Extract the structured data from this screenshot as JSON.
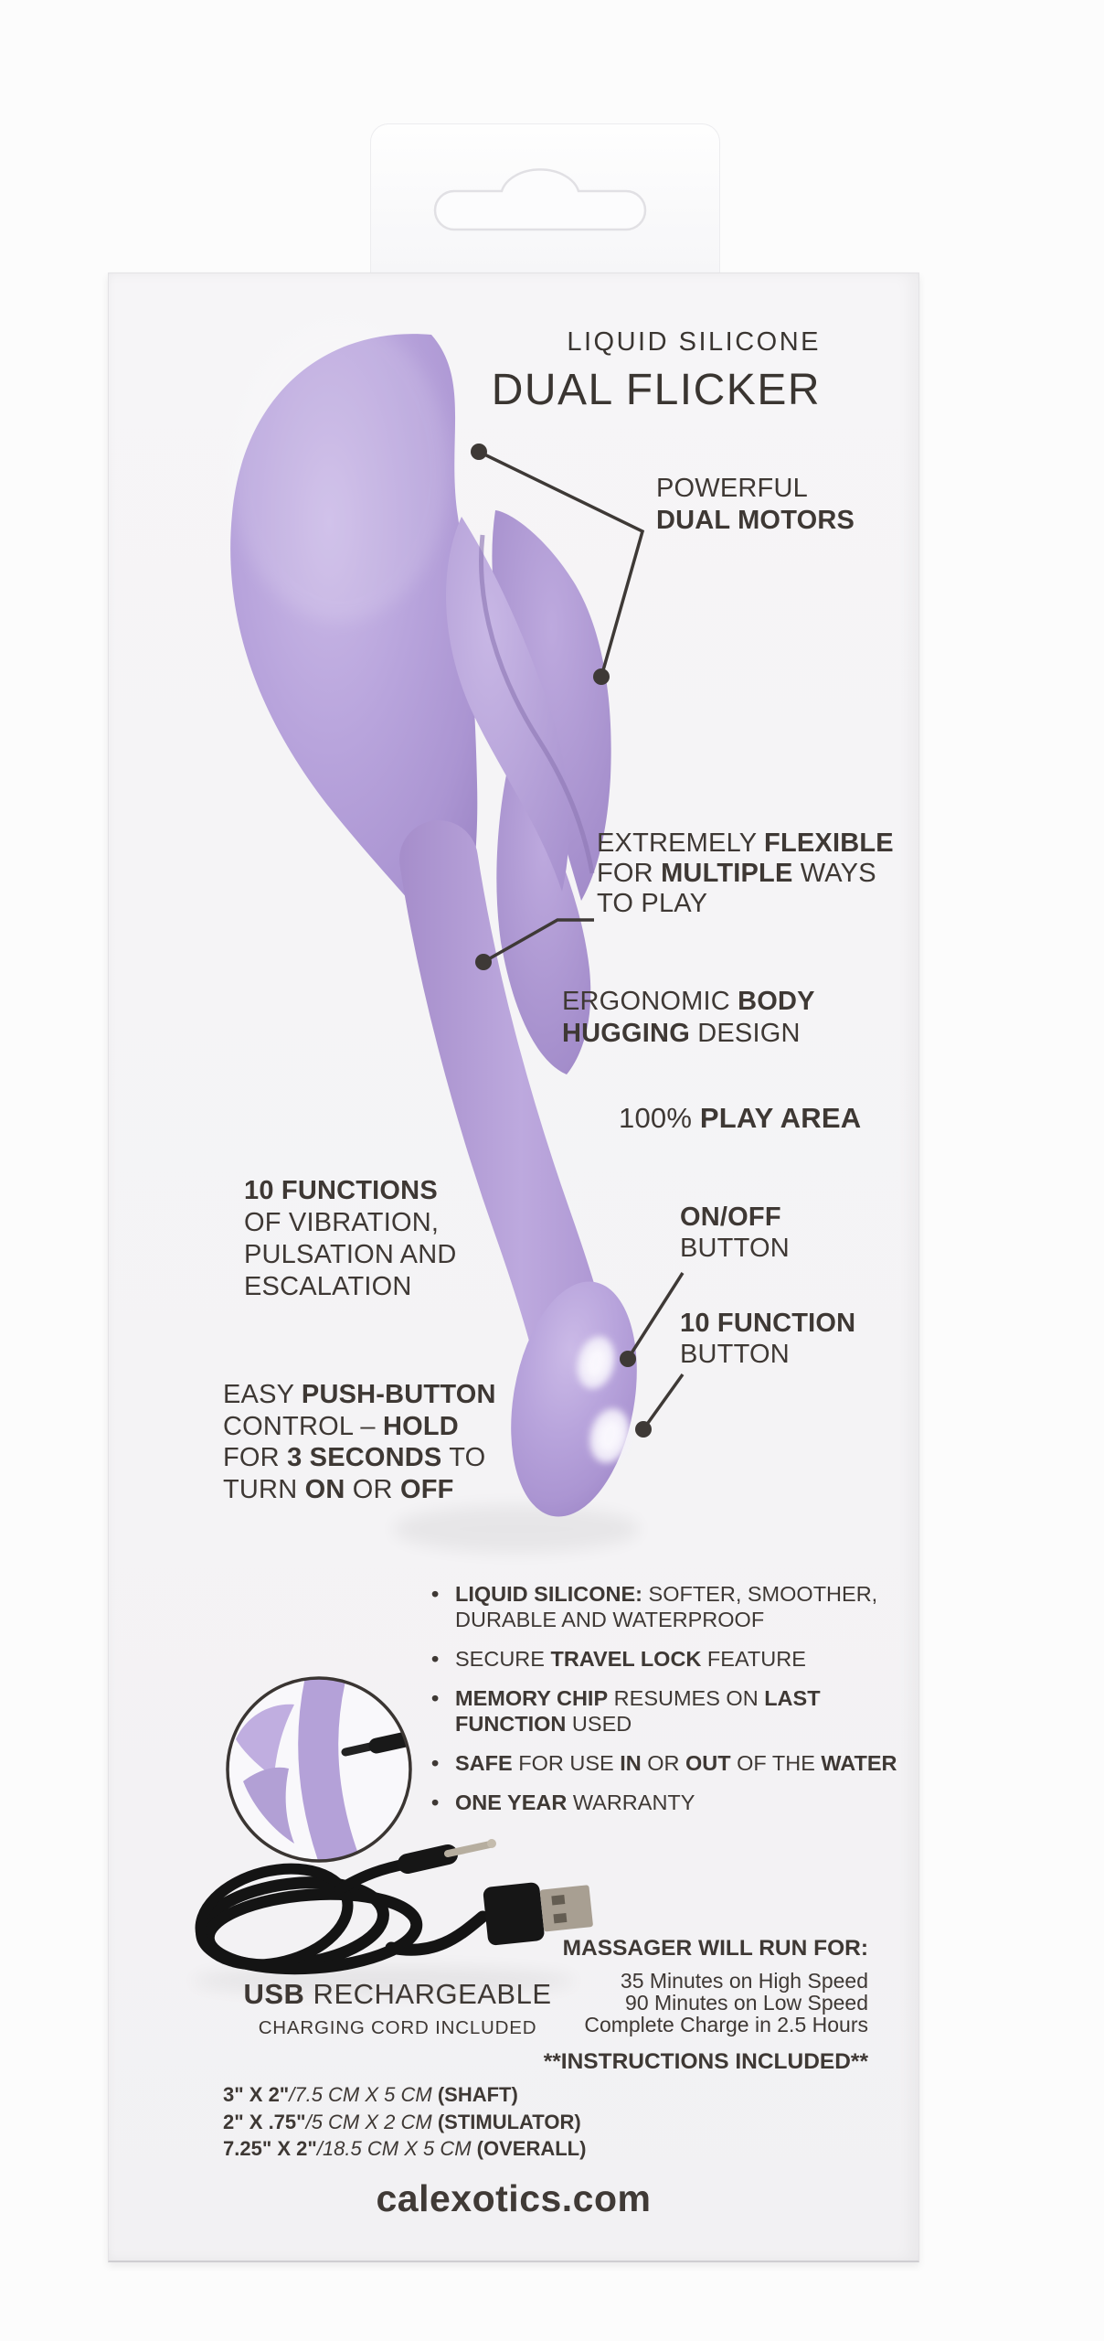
{
  "page": {
    "colors": {
      "page_bg": "#fcfcfc",
      "box_bg": "#f5f4f6",
      "text": "#3e3834",
      "product_purple": "#b3a0d8",
      "product_purple_light": "#cbbae7",
      "product_purple_dark": "#9c85c6",
      "cable_black": "#161616",
      "usb_metal": "#a89f92"
    }
  },
  "header": {
    "subtitle": "LIQUID SILICONE",
    "title": "DUAL FLICKER"
  },
  "callouts": {
    "dual_motors": [
      [
        {
          "t": "POWERFUL"
        }
      ],
      [
        {
          "t": "DUAL MOTORS",
          "b": true
        }
      ]
    ],
    "flexible": [
      [
        {
          "t": "EXTREMELY "
        },
        {
          "t": "FLEXIBLE",
          "b": true
        }
      ],
      [
        {
          "t": "FOR "
        },
        {
          "t": "MULTIPLE",
          "b": true
        },
        {
          "t": " WAYS"
        }
      ],
      [
        {
          "t": "TO PLAY"
        }
      ]
    ],
    "ergonomic": [
      [
        {
          "t": "ERGONOMIC "
        },
        {
          "t": "BODY",
          "b": true
        }
      ],
      [
        {
          "t": "HUGGING",
          "b": true
        },
        {
          "t": " DESIGN"
        }
      ]
    ],
    "play_area": [
      [
        {
          "t": "100% "
        },
        {
          "t": "PLAY AREA",
          "b": true
        }
      ]
    ],
    "ten_functions": [
      [
        {
          "t": "10 FUNCTIONS",
          "b": true
        }
      ],
      [
        {
          "t": "OF VIBRATION,"
        }
      ],
      [
        {
          "t": "PULSATION AND"
        }
      ],
      [
        {
          "t": "ESCALATION"
        }
      ]
    ],
    "on_off": [
      [
        {
          "t": "ON/OFF",
          "b": true
        }
      ],
      [
        {
          "t": "BUTTON"
        }
      ]
    ],
    "ten_function_button": [
      [
        {
          "t": "10 FUNCTION",
          "b": true
        }
      ],
      [
        {
          "t": "BUTTON"
        }
      ]
    ],
    "easy_push": [
      [
        {
          "t": "EASY "
        },
        {
          "t": "PUSH-BUTTON",
          "b": true
        }
      ],
      [
        {
          "t": "CONTROL – "
        },
        {
          "t": "HOLD",
          "b": true
        }
      ],
      [
        {
          "t": "FOR "
        },
        {
          "t": "3 SECONDS",
          "b": true
        },
        {
          "t": " TO"
        }
      ],
      [
        {
          "t": "TURN "
        },
        {
          "t": "ON",
          "b": true
        },
        {
          "t": " OR "
        },
        {
          "t": "OFF",
          "b": true
        }
      ]
    ]
  },
  "features": {
    "items": [
      {
        "lines": [
          [
            {
              "t": "LIQUID SILICONE:",
              "b": true
            },
            {
              "t": " SOFTER, SMOOTHER,"
            }
          ],
          [
            {
              "t": "DURABLE AND WATERPROOF"
            }
          ]
        ]
      },
      {
        "lines": [
          [
            {
              "t": "SECURE "
            },
            {
              "t": "TRAVEL LOCK",
              "b": true
            },
            {
              "t": " FEATURE"
            }
          ]
        ]
      },
      {
        "lines": [
          [
            {
              "t": "MEMORY CHIP",
              "b": true
            },
            {
              "t": " RESUMES ON "
            },
            {
              "t": "LAST",
              "b": true
            }
          ],
          [
            {
              "t": "FUNCTION",
              "b": true
            },
            {
              "t": " USED"
            }
          ]
        ]
      },
      {
        "lines": [
          [
            {
              "t": "SAFE",
              "b": true
            },
            {
              "t": " FOR USE "
            },
            {
              "t": "IN",
              "b": true
            },
            {
              "t": " OR "
            },
            {
              "t": "OUT",
              "b": true
            },
            {
              "t": " OF THE "
            },
            {
              "t": "WATER",
              "b": true
            }
          ]
        ]
      },
      {
        "lines": [
          [
            {
              "t": "ONE YEAR",
              "b": true
            },
            {
              "t": " WARRANTY"
            }
          ]
        ]
      }
    ]
  },
  "usb": {
    "label": [
      [
        {
          "t": "USB",
          "b": true
        },
        {
          "t": " RECHARGEABLE"
        }
      ]
    ],
    "sub": "CHARGING CORD INCLUDED"
  },
  "run_for": {
    "heading": "MASSAGER WILL RUN FOR:",
    "lines": [
      "35 Minutes on High Speed",
      "90 Minutes on Low Speed",
      "Complete Charge in 2.5 Hours"
    ],
    "note": "**INSTRUCTIONS INCLUDED**"
  },
  "dimensions": {
    "lines": [
      [
        {
          "t": "3\" X 2\"",
          "b": true
        },
        {
          "t": "/7.5 CM X 5 CM ",
          "i": true
        },
        {
          "t": "(SHAFT)",
          "b": true
        }
      ],
      [
        {
          "t": "2\" X .75\"",
          "b": true
        },
        {
          "t": "/5 CM X 2 CM ",
          "i": true
        },
        {
          "t": "(STIMULATOR)",
          "b": true
        }
      ],
      [
        {
          "t": "7.25\" X 2\"",
          "b": true
        },
        {
          "t": "/18.5 CM X 5 CM ",
          "i": true
        },
        {
          "t": "(OVERALL)",
          "b": true
        }
      ]
    ]
  },
  "footer": {
    "website": "calexotics.com"
  }
}
